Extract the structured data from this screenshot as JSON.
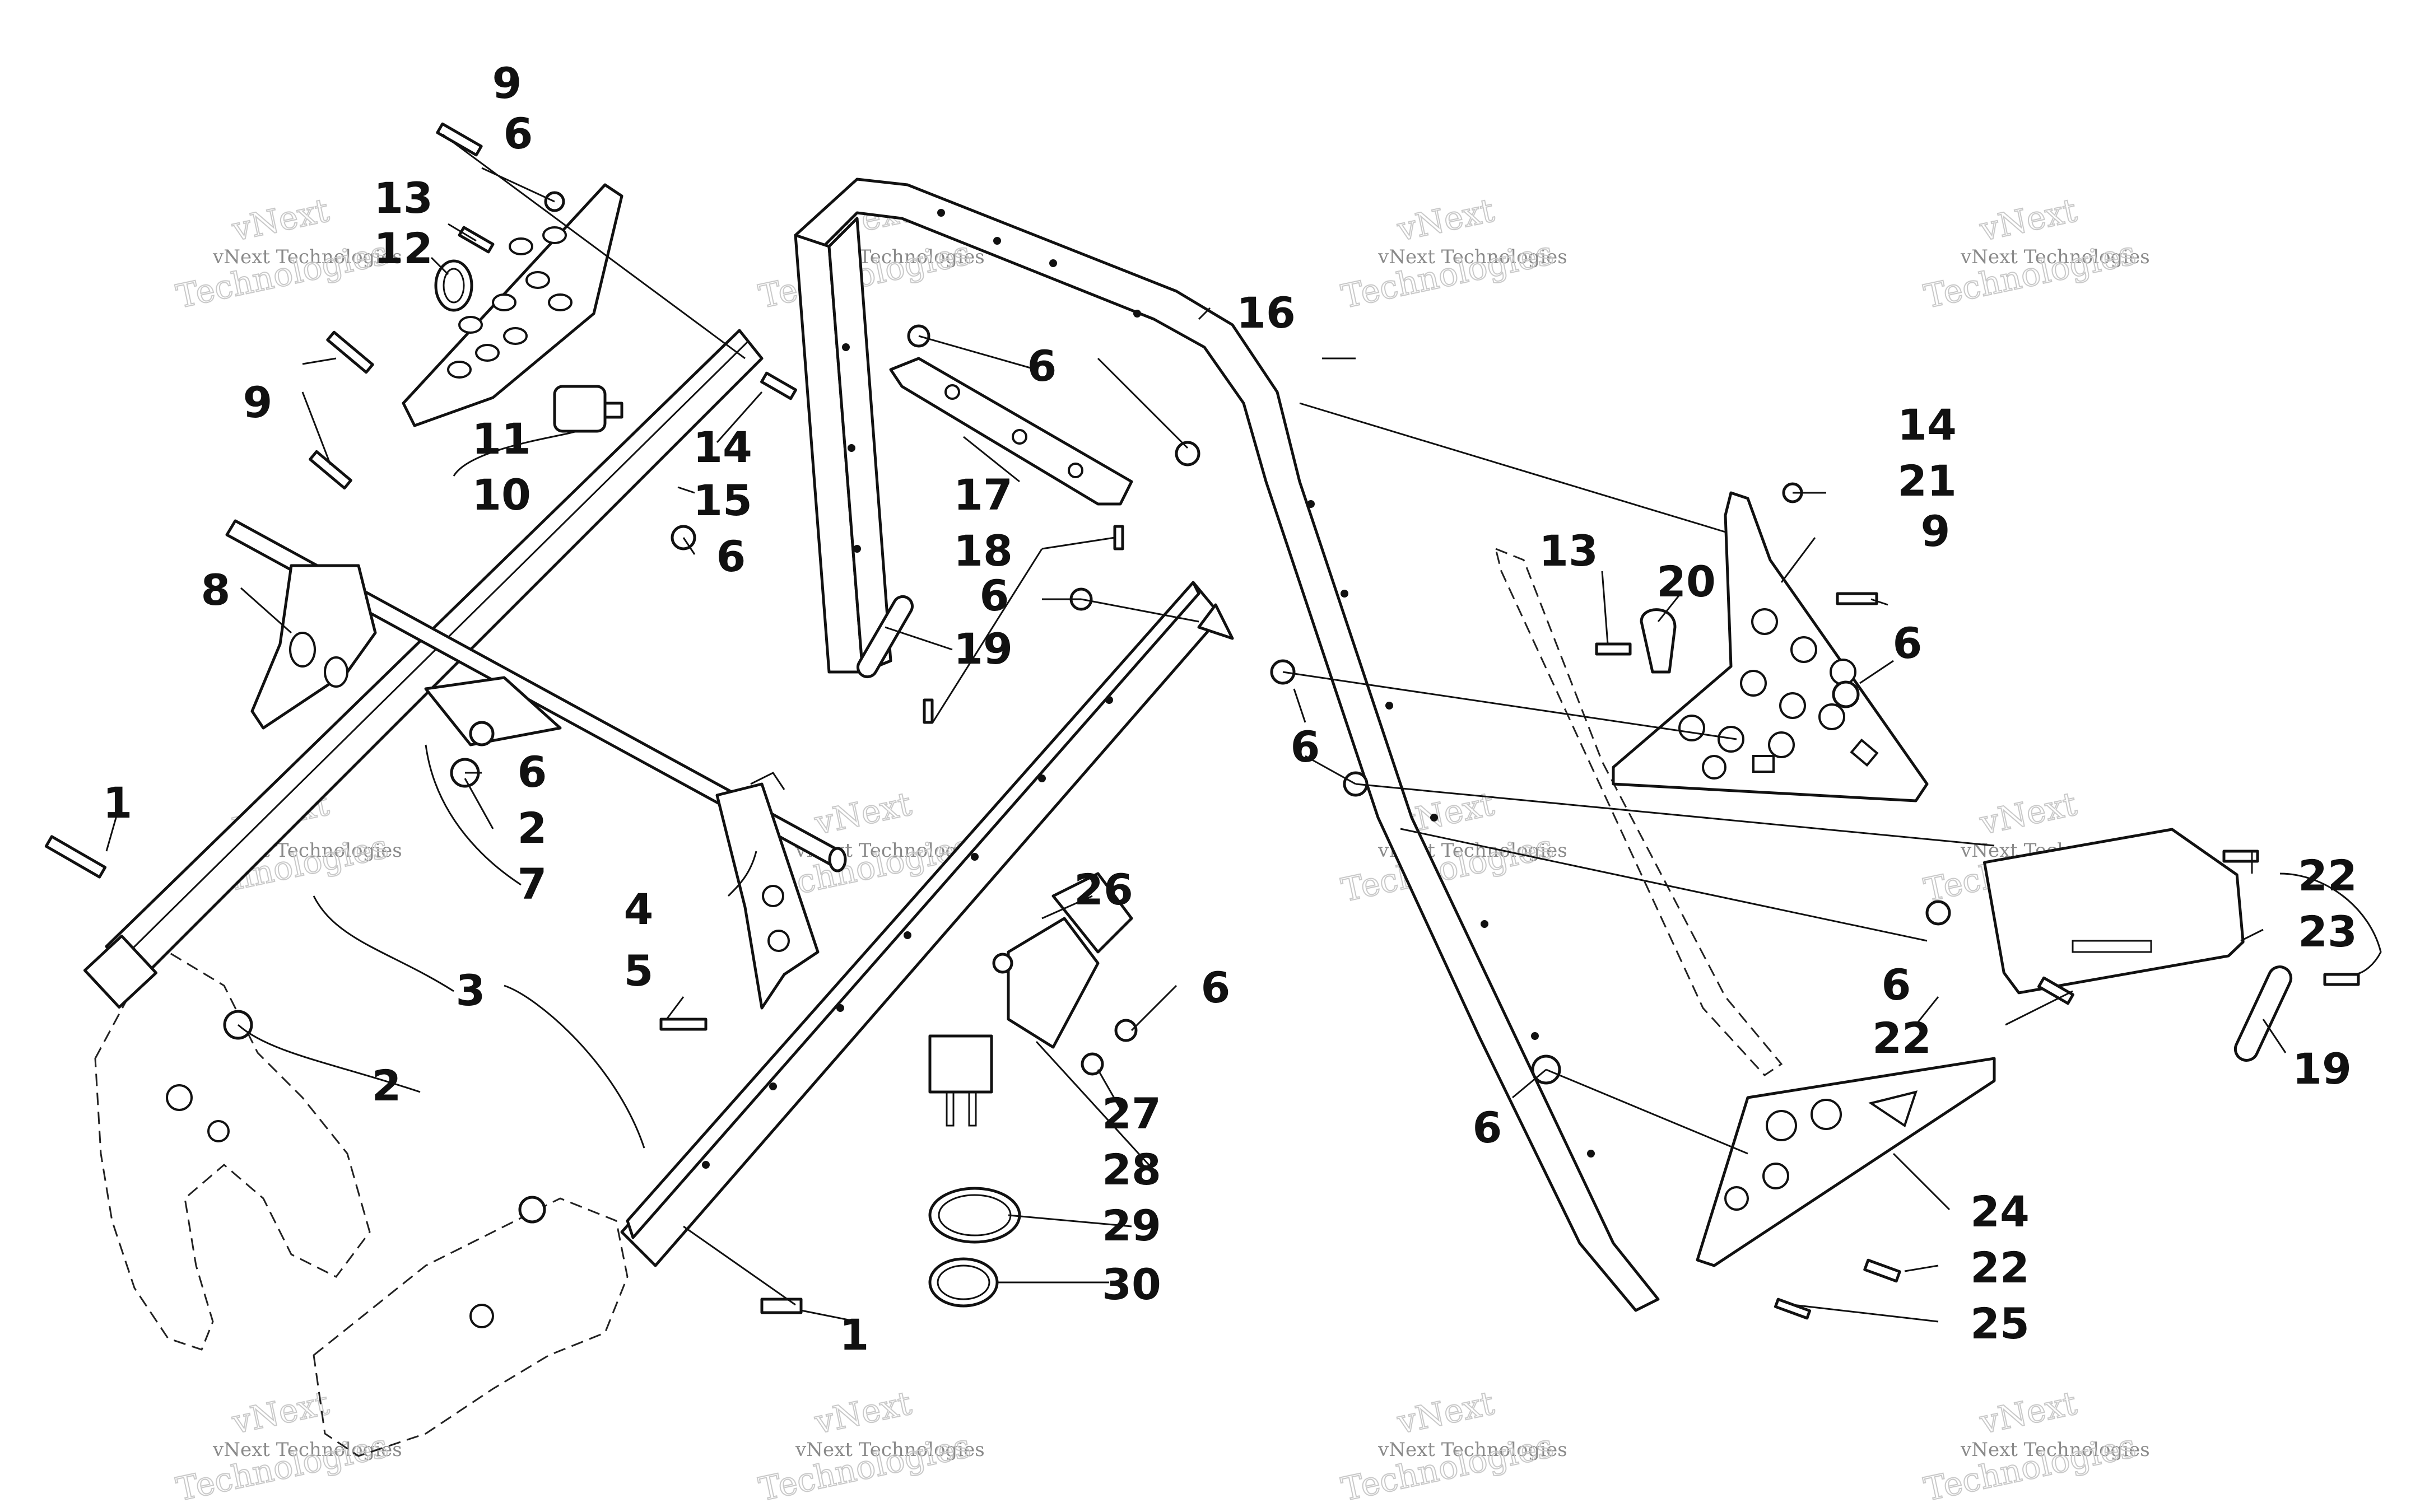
{
  "watermark": {
    "small_text": "vNext Technologies",
    "large_line1": "vNext",
    "large_line2": "Technologies"
  },
  "callouts": {
    "c9a": "9",
    "c6a": "6",
    "c13a": "13",
    "c12": "12",
    "c9b": "9",
    "c11": "11",
    "c10": "10",
    "c14a": "14",
    "c15": "15",
    "c6b": "6",
    "c8": "8",
    "c6c": "6",
    "c2a": "2",
    "c7": "7",
    "c1a": "1",
    "c3": "3",
    "c2b": "2",
    "c4": "4",
    "c5": "5",
    "c16": "16",
    "c6d": "6",
    "c17": "17",
    "c18": "18",
    "c6e": "6",
    "c19a": "19",
    "c26": "26",
    "c6f": "6",
    "c27": "27",
    "c28": "28",
    "c29": "29",
    "c30": "30",
    "c1b": "1",
    "c14b": "14",
    "c21": "21",
    "c9c": "9",
    "c13b": "13",
    "c20": "20",
    "c6g": "6",
    "c6h": "6",
    "c22a": "22",
    "c23": "23",
    "c6i": "6",
    "c22b": "22",
    "c19b": "19",
    "c6j": "6",
    "c24": "24",
    "c22c": "22",
    "c25": "25"
  }
}
